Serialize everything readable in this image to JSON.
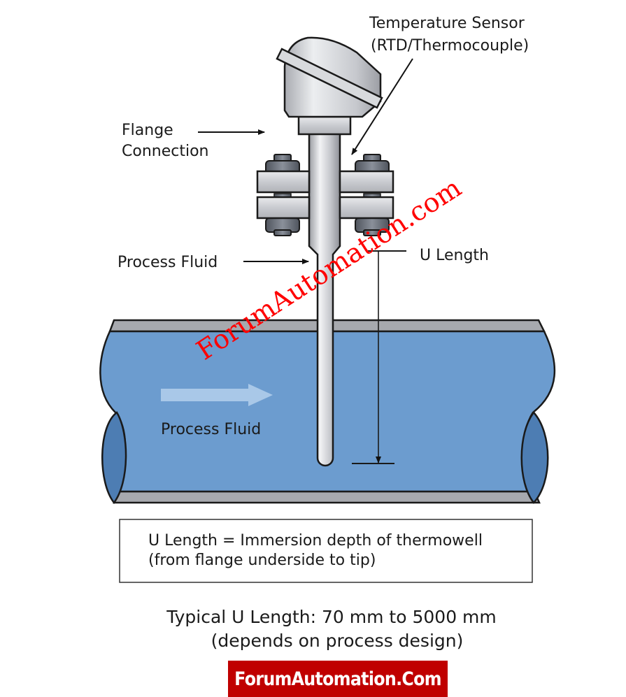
{
  "diagram": {
    "title": "Thermowell U Length",
    "labels": {
      "sensor_line1": "Temperature Sensor",
      "sensor_line2": "(RTD/Thermocouple)",
      "flange_line1": "Flange",
      "flange_line2": "Connection",
      "process_fluid_callout": "Process Fluid",
      "u_length": "U Length",
      "pipe_fluid": "Process Fluid"
    },
    "definition_box": {
      "line1": "U Length = Immersion depth of thermowell",
      "line2": "(from flange underside to tip)"
    },
    "typical_range": {
      "line1": "Typical U Length: 70 mm to 5000 mm",
      "line2": "(depends on process design)",
      "min_mm": 70,
      "max_mm": 5000
    },
    "watermark": "ForumAutomation.com",
    "brand_banner": "ForumAutomation.Com",
    "colors": {
      "fluid": "#6c9ccf",
      "fluid_end": "#4d7db3",
      "flow_arrow": "#a9c8e8",
      "pipe_wall": "#a7a9ae",
      "metal": "#c9cbd0",
      "bolt": "#6a6f79",
      "watermark": "#ff0000",
      "brand_bg": "#c00000"
    }
  }
}
